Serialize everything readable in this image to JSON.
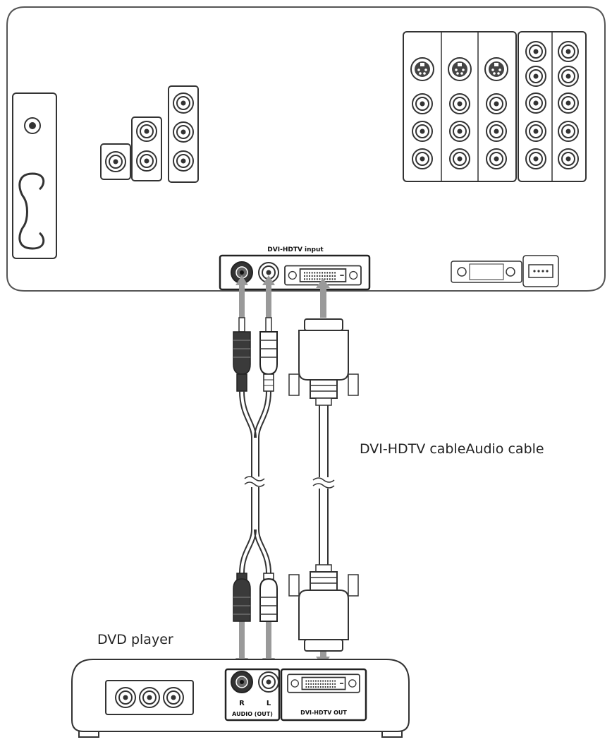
{
  "labels": {
    "dvi_hdtv_input": "DVI-HDTV input",
    "cable_caption": "DVI-HDTV cableAudio cable",
    "dvd_player": "DVD player",
    "jack_r": "R",
    "jack_l": "L",
    "audio_out": "AUDIO (OUT)",
    "dvi_hdtv_out": "DVI-HDTV OUT"
  },
  "colors": {
    "line": "#333333",
    "arrow": "#9a9a9a",
    "plug_black": "#3a3a3a",
    "plug_white": "#ffffff"
  }
}
